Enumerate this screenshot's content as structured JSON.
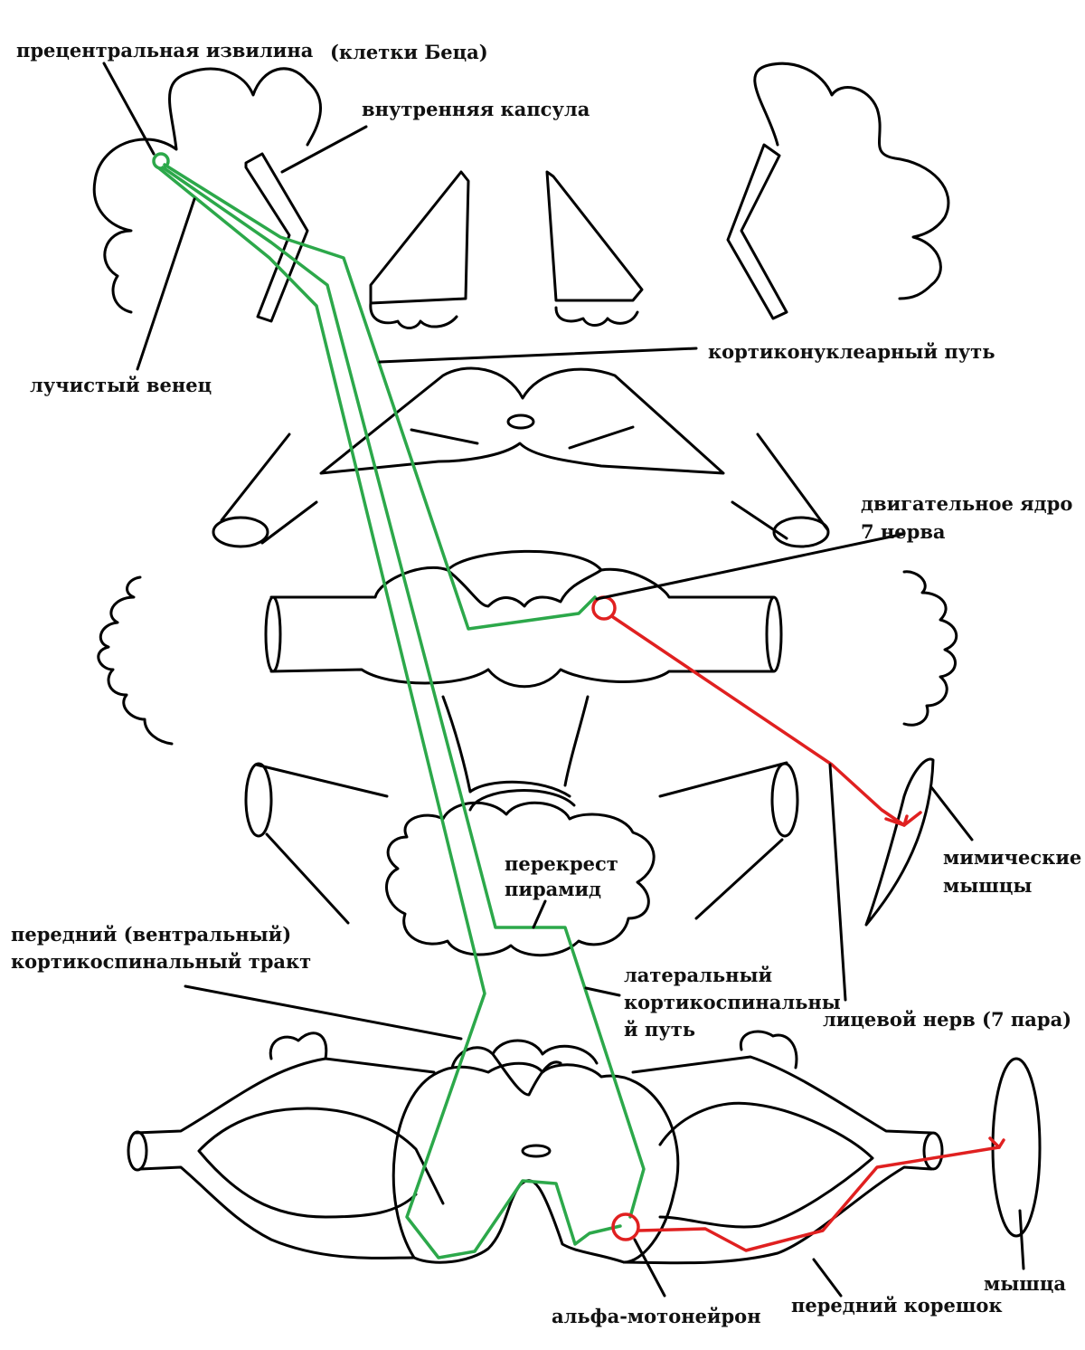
{
  "labels": {
    "precentral_gyrus": "прецентральная извилина",
    "betz_cells": "(клетки Беца)",
    "internal_capsule": "внутренняя капсула",
    "corona_radiata": "лучистый венец",
    "corticonuclear_tract": "кортиконуклеарный путь",
    "facial_motor_nucleus_1": "двигательное ядро",
    "facial_motor_nucleus_2": "7 нерва",
    "facial_muscles_1": "мимические",
    "facial_muscles_2": "мышцы",
    "pyramidal_decussation_1": "перекрест",
    "pyramidal_decussation_2": "пирамид",
    "anterior_tract_1": "передний (вентральный)",
    "anterior_tract_2": "кортикоспинальный тракт",
    "lateral_tract_1": "латеральный",
    "lateral_tract_2": "кортикоспинальны",
    "lateral_tract_3": "й путь",
    "facial_nerve": "лицевой нерв (7 пара)",
    "alpha_motoneuron": "альфа-мотонейрон",
    "anterior_root": "передний корешок",
    "muscle": "мышца"
  },
  "colors": {
    "outline": "#000000",
    "pyramidal_tract": "#2ca84a",
    "facial_and_motor_output": "#e02020",
    "text": "#111111"
  }
}
